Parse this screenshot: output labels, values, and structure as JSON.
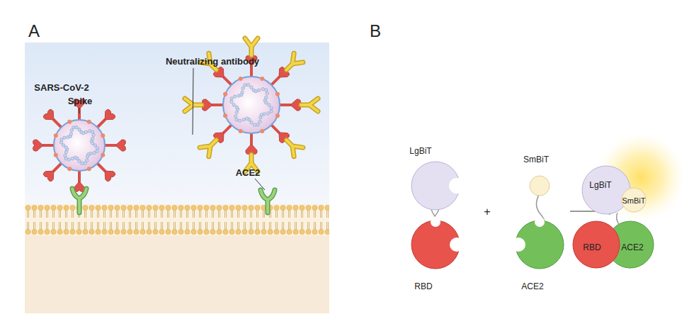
{
  "diagram": {
    "labels": [
      "A",
      "B",
      "Neutralizing antibody",
      "SARS-CoV-2",
      "Spike",
      "ACE2",
      "LgBiT",
      "RBD",
      "+",
      "SmBiT",
      "ACE2",
      "LgBiT",
      "SmBiT",
      "RBD",
      "ACE2"
    ]
  }
}
